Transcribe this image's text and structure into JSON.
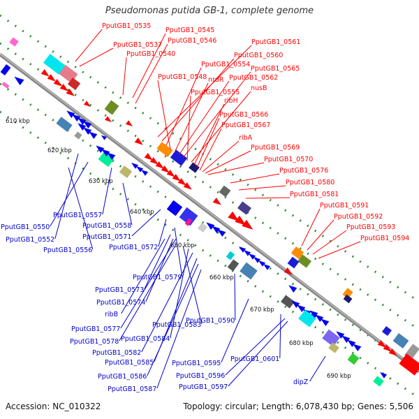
{
  "title": "Pseudomonas putida GB-1, complete genome",
  "footer": {
    "accession": "Accession: NC_010322",
    "summary": "Topology: circular; Length: 6,078,430 bp; Genes: 5,506"
  },
  "colors": {
    "forward": "#ff0000",
    "reverse": "#0000ee",
    "backbone": "#888888",
    "dots": "#2e8b2e"
  },
  "kbp_ticks": [
    "610 kbp",
    "620 kbp",
    "630 kbp",
    "640 kbp",
    "650 kbp",
    "660 kbp",
    "670 kbp",
    "680 kbp",
    "690 kbp"
  ],
  "top_labels": [
    "PputGB1_0535",
    "PputGB1_0537",
    "PputGB1_0545",
    "PputGB1_0546",
    "PputGB1_0540",
    "PputGB1_0561",
    "PputGB1_0560",
    "PputGB1_0554",
    "PputGB1_0548",
    "nrdR",
    "PputGB1_0562",
    "PputGB1_0565",
    "PputGB1_0555",
    "nusB",
    "ribH",
    "PputGB1_0566",
    "PputGB1_0567",
    "ribA",
    "PputGB1_0569",
    "PputGB1_0570",
    "PputGB1_0576",
    "PputGB1_0580",
    "PputGB1_0581",
    "PputGB1_0591",
    "PputGB1_0592",
    "PputGB1_0593",
    "PputGB1_0594"
  ],
  "bottom_labels": [
    "PputGB1_0557",
    "PputGB1_0550",
    "PputGB1_0558",
    "PputGB1_0552",
    "PputGB1_0571",
    "PputGB1_0556",
    "PputGB1_0572",
    "PputGB1_0579",
    "PputGB1_0573",
    "PputGB1_0574",
    "ribB",
    "PputGB1_0583",
    "PputGB1_0590",
    "PputGB1_0577",
    "PputGB1_0584",
    "PputGB1_0578",
    "PputGB1_0582",
    "PputGB1_0585",
    "PputGB1_0595",
    "PputGB1_0601",
    "PputGB1_0586",
    "PputGB1_0596",
    "PputGB1_0587",
    "PputGB1_0597",
    "dipZ"
  ]
}
